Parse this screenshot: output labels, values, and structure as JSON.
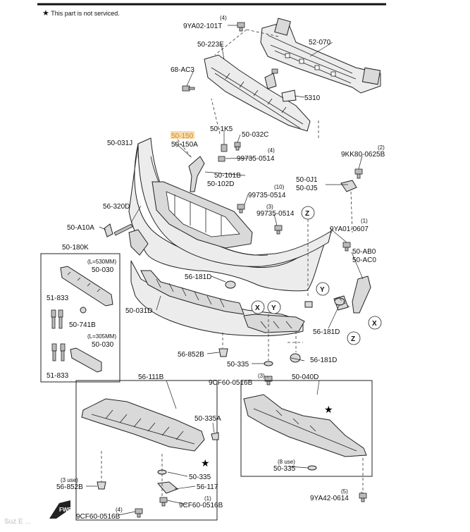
{
  "note": {
    "star": "★",
    "text": "This part is not serviced."
  },
  "callouts": [
    "Z",
    "Y",
    "X"
  ],
  "direction_mark": "FWD",
  "watermark": "Suz E ...",
  "parts": {
    "p9YA02_101T": "9YA02-101T",
    "q_9YA02_101T": "(4)",
    "p52_070": "52-070",
    "p50_223E": "50-223E",
    "p68_AC3": "68-AC3",
    "p5310": "5310",
    "p50_1K5": "50-1K5",
    "p50_032C": "50-032C",
    "p50_150": "50-150",
    "p50_150A": "50-150A",
    "p50_031J": "50-031J",
    "p99735_0514_a": "99735-0514",
    "q_99735_0514_a": "(4)",
    "p9KK80_0625B": "9KK80-0625B",
    "q_9KK80_0625B": "(2)",
    "p50_101B": "50-101B",
    "p50_102D": "50-102D",
    "p50_0J1": "50-0J1",
    "p50_0J5": "50-0J5",
    "p99735_0514_b": "99735-0514",
    "q_99735_0514_b": "(10)",
    "p56_320D": "56-320D",
    "p99735_0514_c": "99735-0514",
    "q_99735_0514_c": "(3)",
    "p50_A10A": "50-A10A",
    "p9YA01_0607": "9YA01-0607",
    "q_9YA01_0607": "(1)",
    "p50_180K": "50-180K",
    "p50_AB0": "50-AB0",
    "p50_AC0": "50-AC0",
    "len530": "(L=530MM)",
    "p50_030_a": "50-030",
    "p56_181D_a": "56-181D",
    "p51_833_a": "51-833",
    "p50_031D": "50-031D",
    "p50_741B": "50-741B",
    "p56_181D_b": "56-181D",
    "len305": "(L=305MM)",
    "p50_030_b": "50-030",
    "p56_852B_a": "56-852B",
    "p56_181D_c": "56-181D",
    "p50_335_a": "50-335",
    "p51_833_b": "51-833",
    "p9CF60_0516B_a": "9CF60-0516B",
    "q_9CF60_0516B_a": "(3)",
    "p56_111B": "56-111B",
    "p50_040D": "50-040D",
    "p50_335A": "50-335A",
    "p50_335_b": "50-335",
    "q_50_335_b": "(8 use)",
    "p50_335_c": "50-335",
    "p56_117": "56-117",
    "p56_852B_b": "56-852B",
    "q_56_852B_b": "(3 use)",
    "p9CF60_0516B_b": "9CF60-0516B",
    "q_9CF60_0516B_b": "(1)",
    "p9YA42_0614": "9YA42-0614",
    "q_9YA42_0614": "(5)",
    "p9CF60_0516B_c": "9CF60-0516B",
    "q_9CF60_0516B_c": "(4)"
  }
}
